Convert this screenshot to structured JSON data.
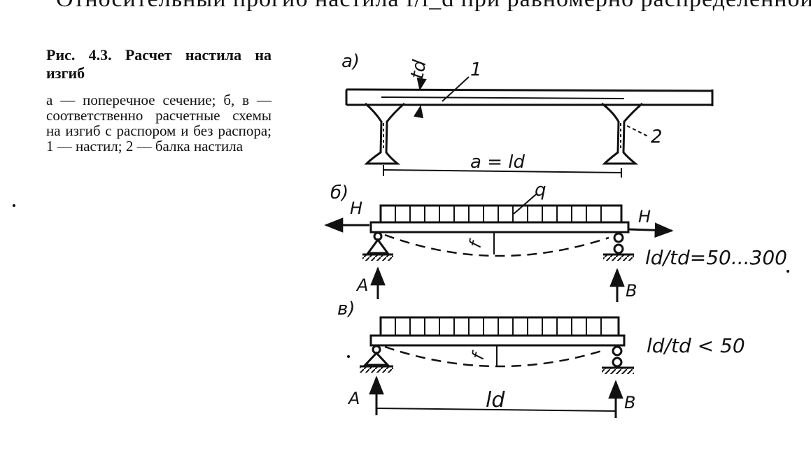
{
  "header_cut_text": "Относительный прогиб настила f/l_d при равномерно распределенной",
  "caption": {
    "title": "Рис. 4.3. Расчет настила на изгиб",
    "legend": "а — поперечное сечение; б, в — соответственно расчетные схемы на изгиб с распором и без распора; 1 — настил; 2 — балка настила"
  },
  "diagram": {
    "a": {
      "panel_label": "а)",
      "thickness_label": "td",
      "callout_1": "1",
      "callout_2": "2",
      "span_label": "a = ld"
    },
    "b": {
      "panel_label": "б)",
      "thrust_left": "H",
      "thrust_right": "H",
      "load_label": "q",
      "deflection_label": "f",
      "reaction_a": "A",
      "reaction_b": "B",
      "ratio": "ld/td=50...300"
    },
    "v": {
      "panel_label": "в)",
      "deflection_label": "f",
      "reaction_a": "A",
      "reaction_b": "B",
      "span_label": "ld",
      "ratio": "ld/td < 50"
    }
  }
}
